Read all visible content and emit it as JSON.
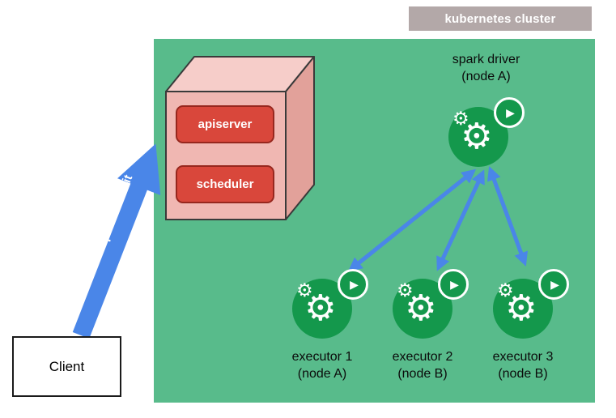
{
  "cluster": {
    "label": "kubernetes cluster",
    "bg_color": "#58bb8b",
    "label_bg_color": "#b3a8a8"
  },
  "client": {
    "label": "Client"
  },
  "spark_submit": {
    "label": "spark-submit",
    "arrow_color": "#4a86e8"
  },
  "control_plane": {
    "apiserver_label": "apiserver",
    "scheduler_label": "scheduler",
    "button_color": "#d9473b",
    "box_front_color": "#f0b7b2",
    "box_top_color": "#f6cdc9",
    "box_side_color": "#e2a19a"
  },
  "spark_driver": {
    "name": "spark driver",
    "node": "(node A)"
  },
  "executors": [
    {
      "name": "executor 1",
      "node": "(node A)"
    },
    {
      "name": "executor 2",
      "node": "(node B)"
    },
    {
      "name": "executor 3",
      "node": "(node B)"
    }
  ],
  "icons": {
    "gear_glyph": "⚙",
    "play_glyph": "▶",
    "icon_color": "#14984c"
  }
}
